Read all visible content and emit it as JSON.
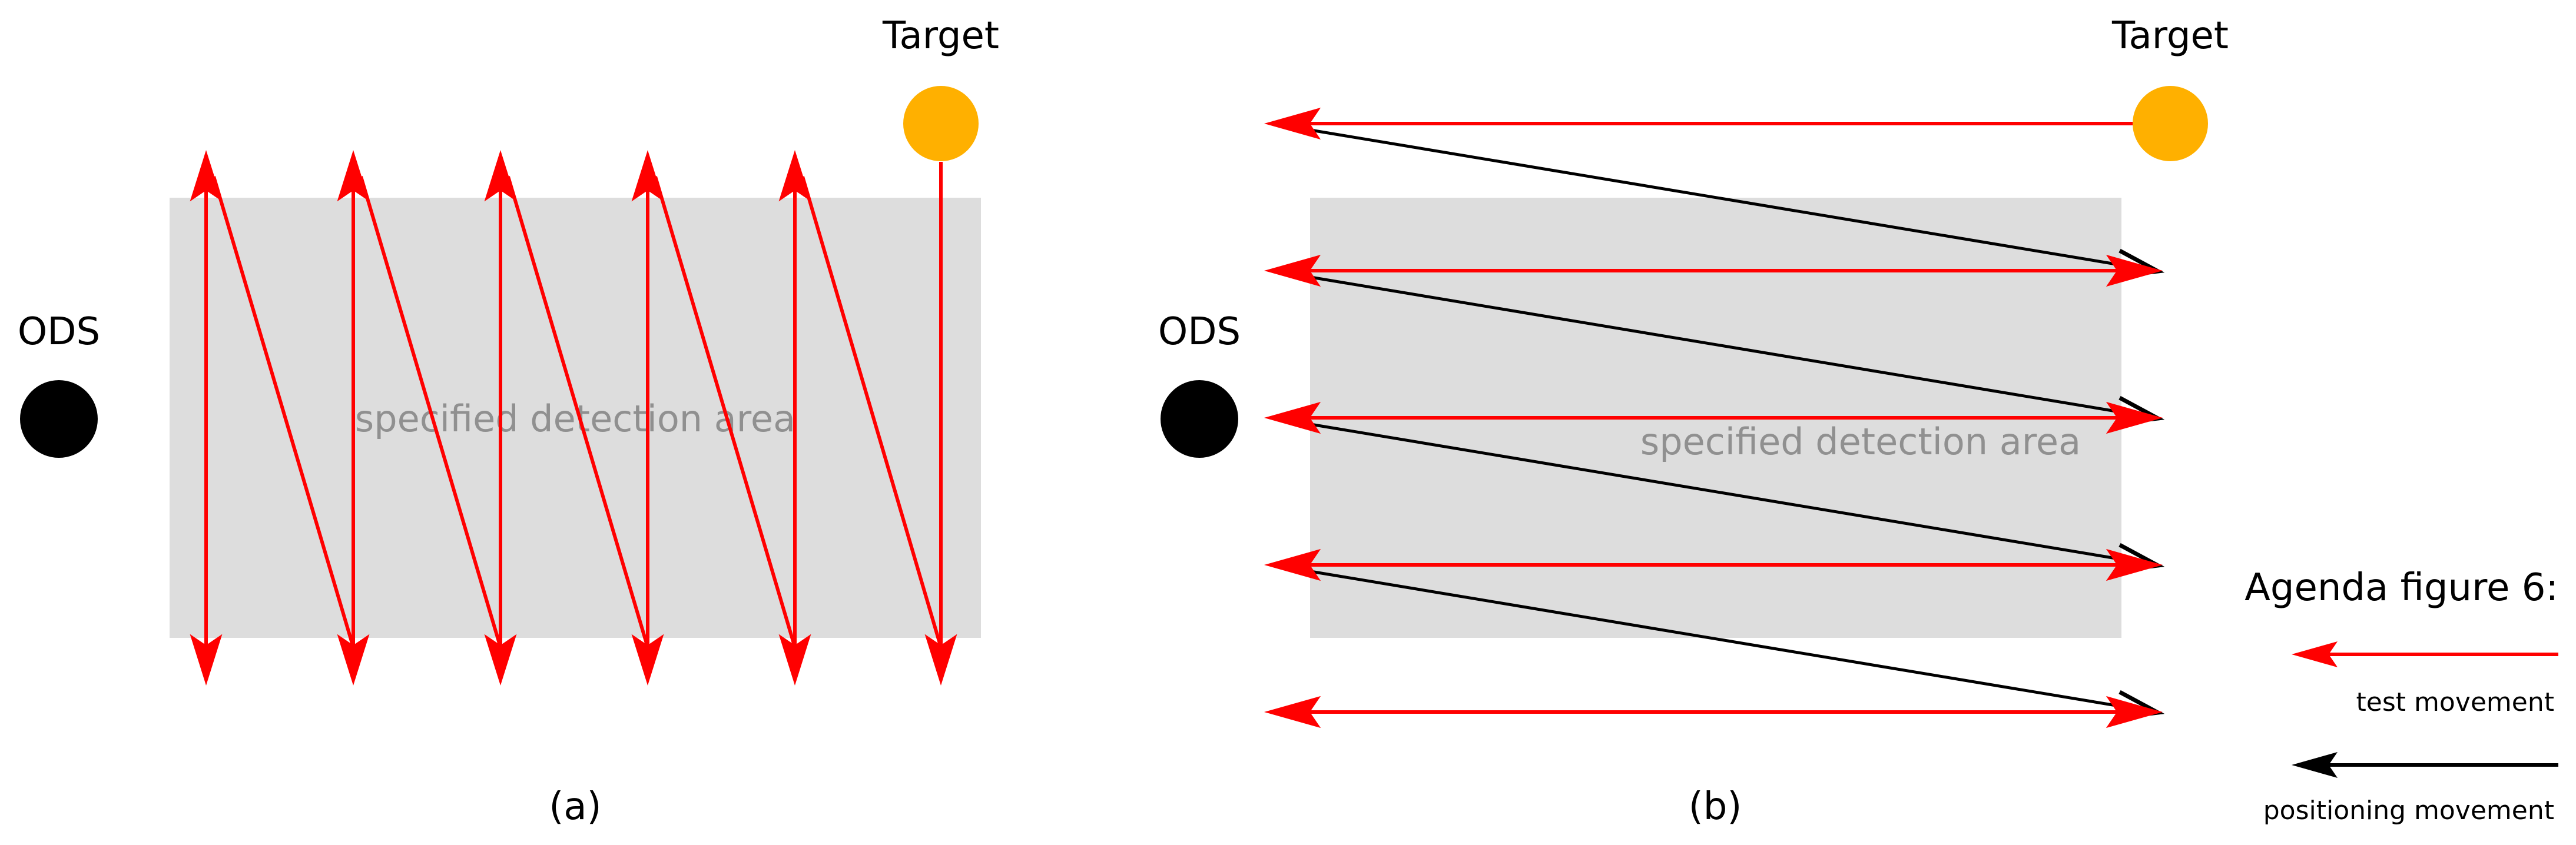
{
  "colors": {
    "test_movement": "#ff0000",
    "positioning_movement": "#000000",
    "target": "#ffb000",
    "ods": "#000000",
    "detection_area": "#dddddd",
    "area_label": "#909090"
  },
  "panel_a": {
    "caption": "(a)",
    "ods_label": "ODS",
    "target_label": "Target",
    "area_label": "specified detection area"
  },
  "panel_b": {
    "caption": "(b)",
    "ods_label": "ODS",
    "target_label": "Target",
    "area_label": "specified detection area"
  },
  "legend": {
    "title": "Agenda figure 6:",
    "test_movement": "test movement",
    "positioning_movement": "positioning movement"
  }
}
